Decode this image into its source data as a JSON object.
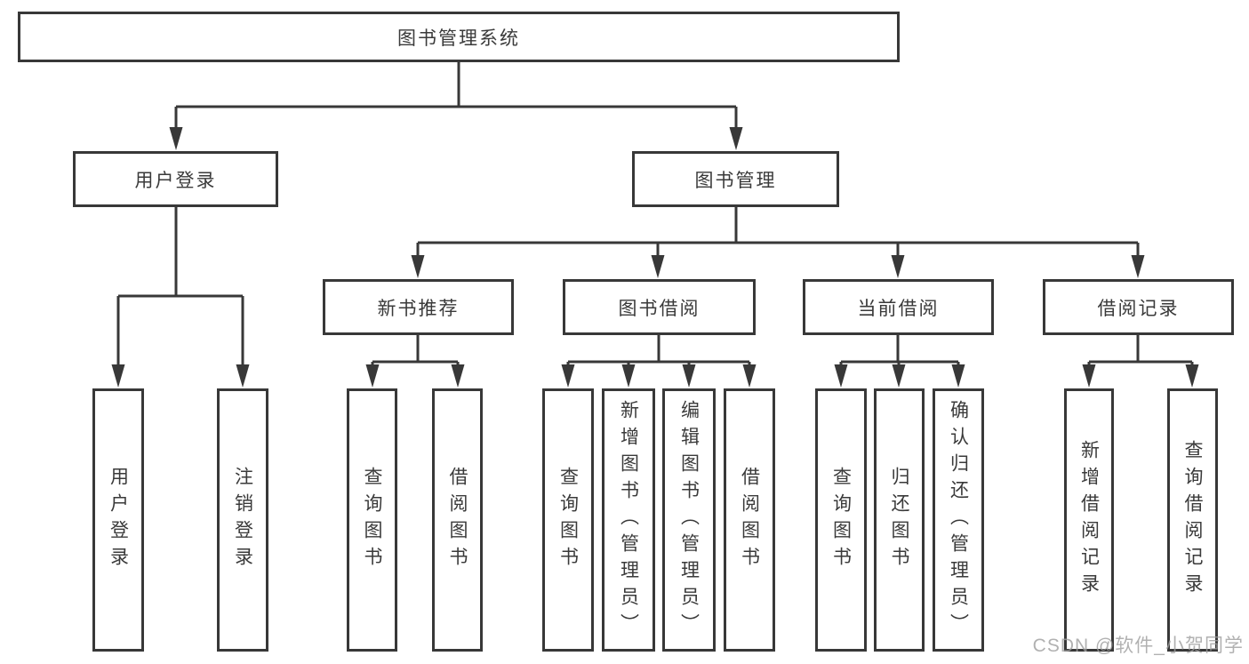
{
  "diagram": {
    "type": "hierarchy-tree",
    "title": "图书管理系统",
    "colors": {
      "line": "#383838",
      "text": "#3a3a3a",
      "background": "#ffffff",
      "watermark": "#9e9e9e"
    }
  },
  "nodes": {
    "root": {
      "label": "图书管理系统"
    },
    "user_login": {
      "label": "用户登录"
    },
    "book_mgmt": {
      "label": "图书管理"
    },
    "new_book_rec": {
      "label": "新书推荐"
    },
    "book_borrow": {
      "label": "图书借阅"
    },
    "current_borrow": {
      "label": "当前借阅"
    },
    "borrow_record": {
      "label": "借阅记录"
    },
    "leaf_user_login": {
      "label": "用户登录"
    },
    "leaf_logout": {
      "label": "注销登录"
    },
    "leaf_rec_query": {
      "label": "查询图书"
    },
    "leaf_rec_borrow": {
      "label": "借阅图书"
    },
    "leaf_bb_query": {
      "label": "查询图书"
    },
    "leaf_bb_add": {
      "label": "新增图书（管理员）"
    },
    "leaf_bb_edit": {
      "label": "编辑图书（管理员）"
    },
    "leaf_bb_borrow": {
      "label": "借阅图书"
    },
    "leaf_cb_query": {
      "label": "查询图书"
    },
    "leaf_cb_return": {
      "label": "归还图书"
    },
    "leaf_cb_confirm": {
      "label": "确认归还（管理员）"
    },
    "leaf_br_add": {
      "label": "新增借阅记录"
    },
    "leaf_br_query": {
      "label": "查询借阅记录"
    }
  },
  "hierarchy": {
    "图书管理系统": {
      "用户登录": [
        "用户登录",
        "注销登录"
      ],
      "图书管理": {
        "新书推荐": [
          "查询图书",
          "借阅图书"
        ],
        "图书借阅": [
          "查询图书",
          "新增图书（管理员）",
          "编辑图书（管理员）",
          "借阅图书"
        ],
        "当前借阅": [
          "查询图书",
          "归还图书",
          "确认归还（管理员）"
        ],
        "借阅记录": [
          "新增借阅记录",
          "查询借阅记录"
        ]
      }
    }
  },
  "watermark": {
    "text": "CSDN @软件_小贺同学"
  }
}
